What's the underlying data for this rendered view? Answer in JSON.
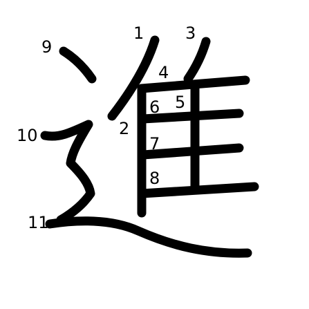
{
  "character": "進",
  "stroke_numbers": [
    "1",
    "2",
    "3",
    "4",
    "5",
    "6",
    "7",
    "8",
    "9",
    "10",
    "11"
  ],
  "colors": {
    "background": "#ffffff",
    "stroke": "#000000",
    "label": "#000000"
  }
}
